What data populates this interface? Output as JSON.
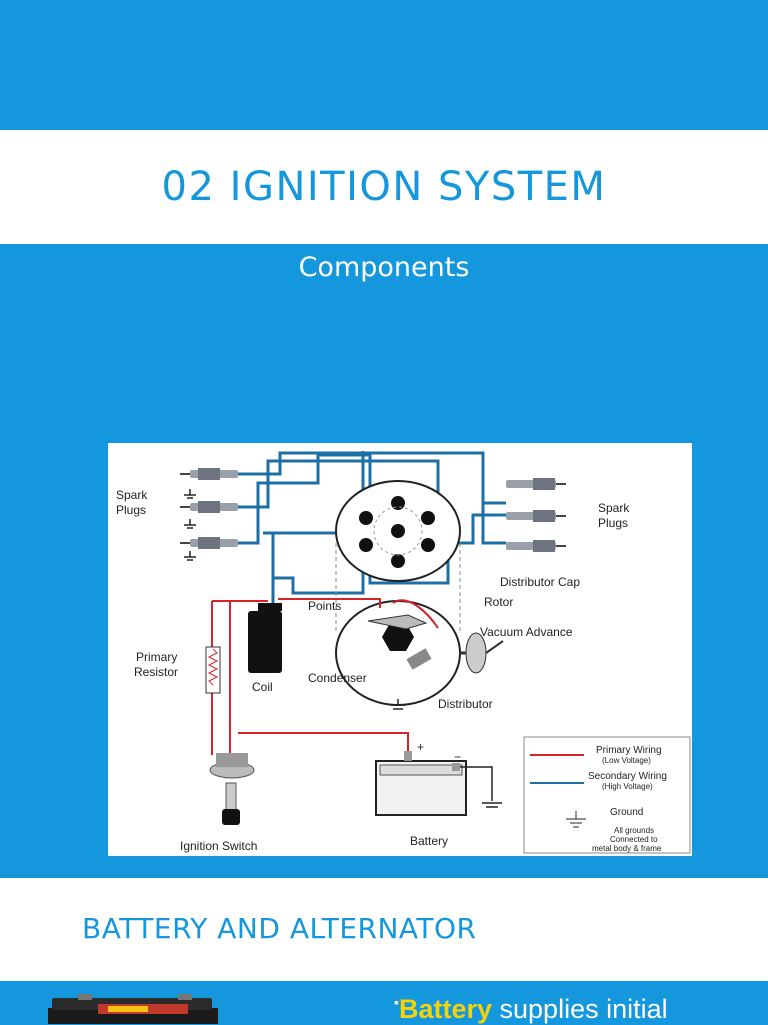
{
  "header": {
    "title": "02 IGNITION SYSTEM",
    "subtitle": "Components"
  },
  "diagram": {
    "labels": {
      "spark_plugs_left": [
        "Spark",
        "Plugs"
      ],
      "spark_plugs_right": [
        "Spark",
        "Plugs"
      ],
      "distributor_cap": "Distributor Cap",
      "rotor": "Rotor",
      "points": "Points",
      "vacuum_advance": "Vacuum Advance",
      "primary_resistor": [
        "Primary",
        "Resistor"
      ],
      "coil": "Coil",
      "condenser": "Condenser",
      "distributor": "Distributor",
      "ignition_switch": "Ignition Switch",
      "battery": "Battery",
      "plus": "+",
      "minus": "−"
    },
    "legend": {
      "primary_wiring": "Primary Wiring",
      "primary_sub": "(Low Voltage)",
      "secondary_wiring": "Secondary Wiring",
      "secondary_sub": "(High Voltage)",
      "ground": "Ground",
      "ground_note": [
        "All grounds",
        "Connected to",
        "metal body & frame"
      ]
    },
    "colors": {
      "primary": "#d8232a",
      "secondary": "#1e6fa5"
    }
  },
  "section": {
    "title": "BATTERY AND ALTERNATOR",
    "bullet_bullet": "▪",
    "bullet_highlight": "Battery",
    "bullet_text": " supplies initial"
  }
}
